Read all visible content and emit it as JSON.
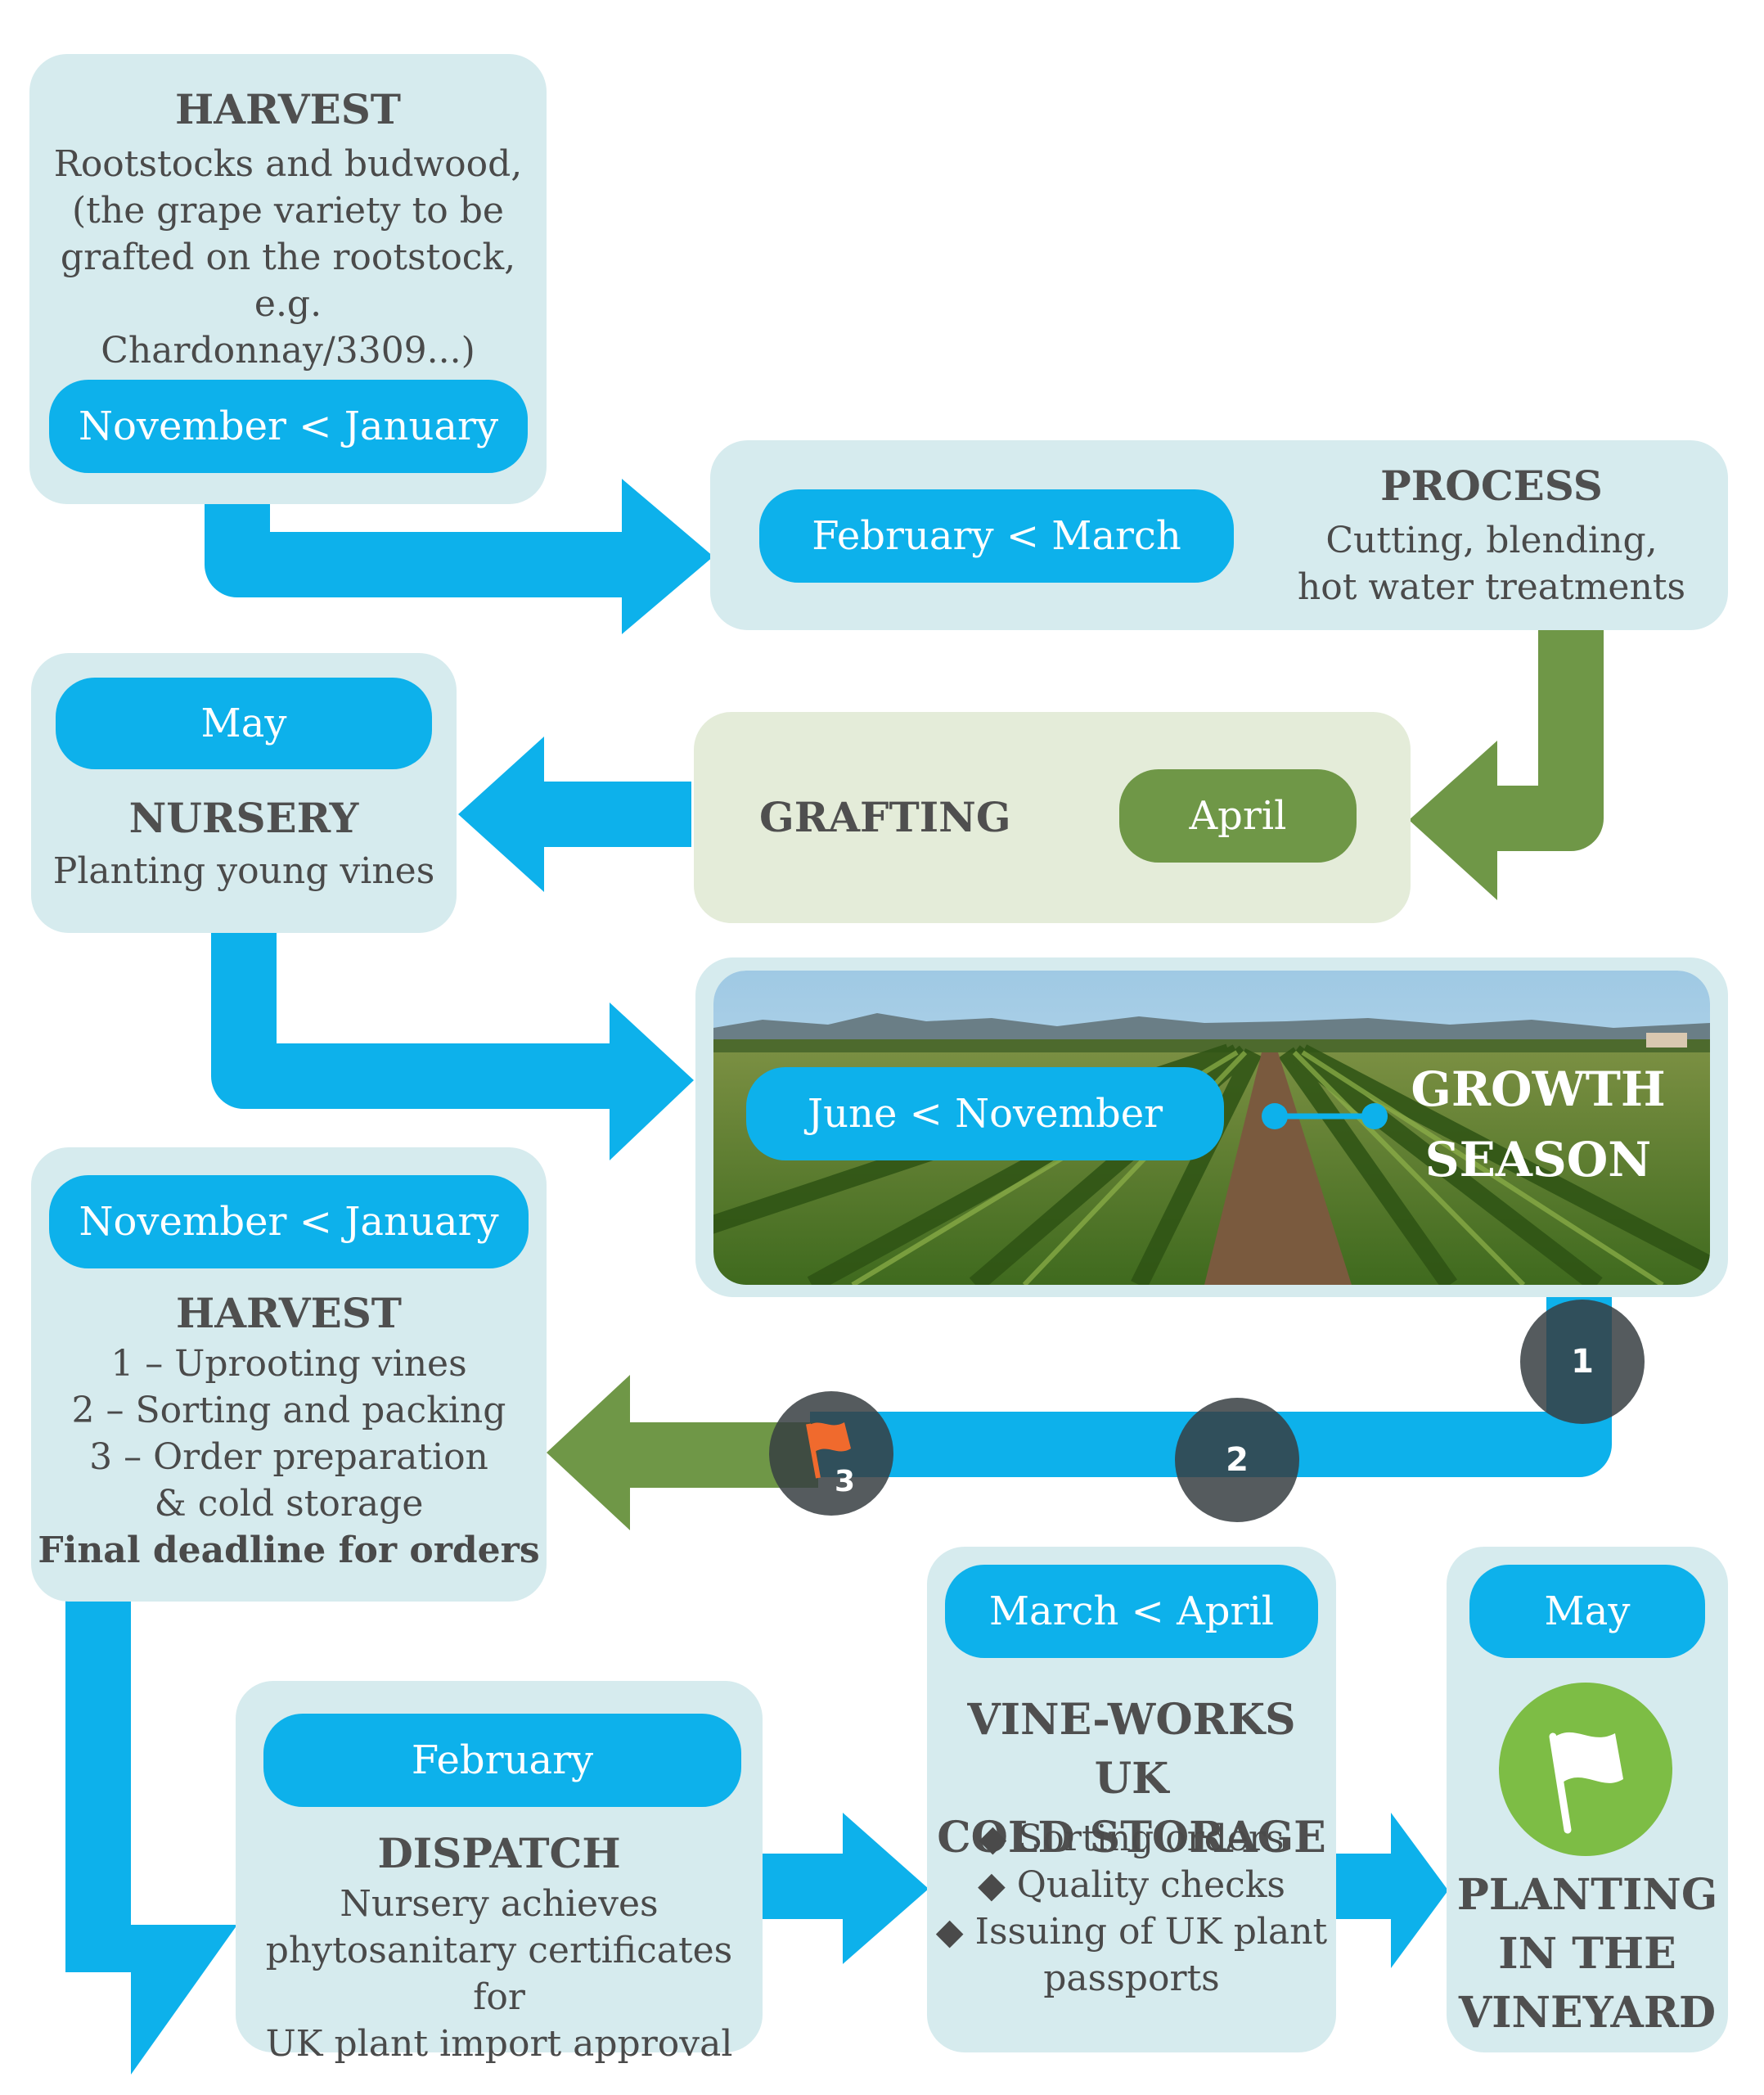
{
  "stages": {
    "harvest_budwood": {
      "title": "HARVEST",
      "lines": [
        "Rootstocks and budwood,",
        "(the grape variety to be",
        "grafted on the rootstock, e.g.",
        "Chardonnay/3309...)"
      ],
      "period": "November < January"
    },
    "process": {
      "period": "February < March",
      "title": "PROCESS",
      "lines": [
        "Cutting, blending,",
        "hot water treatments"
      ]
    },
    "nursery": {
      "period": "May",
      "title": "NURSERY",
      "lines": [
        "Planting young vines"
      ]
    },
    "grafting": {
      "title": "GRAFTING",
      "period": "April"
    },
    "growth": {
      "period": "June < November",
      "title_lines": [
        "GROWTH",
        "SEASON"
      ]
    },
    "harvest_vines": {
      "period": "November < January",
      "title": "HARVEST",
      "lines": [
        "1 – Uprooting vines",
        "2 – Sorting and packing",
        "3 – Order preparation",
        "& cold storage"
      ],
      "deadline": "Final deadline for orders"
    },
    "dispatch": {
      "period": "February",
      "title": "DISPATCH",
      "lines": [
        "Nursery achieves",
        "phytosanitary certificates for",
        "UK plant import approval"
      ]
    },
    "cold_storage": {
      "period": "March < April",
      "title_lines": [
        "VINE-WORKS UK",
        "COLD STORAGE"
      ],
      "bullets": [
        "◆ Sorting orders",
        "◆ Quality checks",
        "◆ Issuing of UK plant",
        "passports"
      ]
    },
    "planting": {
      "period": "May",
      "title_lines": [
        "PLANTING",
        "IN THE",
        "VINEYARD"
      ],
      "icon": "flag-icon"
    }
  },
  "steps": [
    "1",
    "2",
    "3"
  ],
  "colors": {
    "blue": "#0db1eb",
    "green": "#6f9747",
    "light_box": "#d6ebee",
    "light_green_box": "#e4ecd9",
    "badge": "#373e42",
    "flag_circle": "#7dbd45",
    "flag_orange": "#f06a2d"
  }
}
